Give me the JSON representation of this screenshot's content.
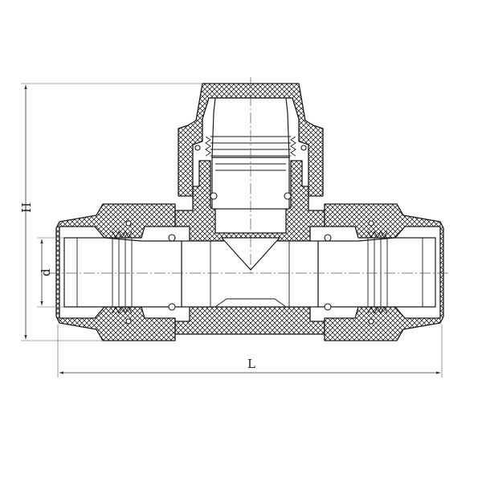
{
  "drawing": {
    "description_labels": {
      "height": "H",
      "diameter": "d",
      "length": "L"
    }
  }
}
